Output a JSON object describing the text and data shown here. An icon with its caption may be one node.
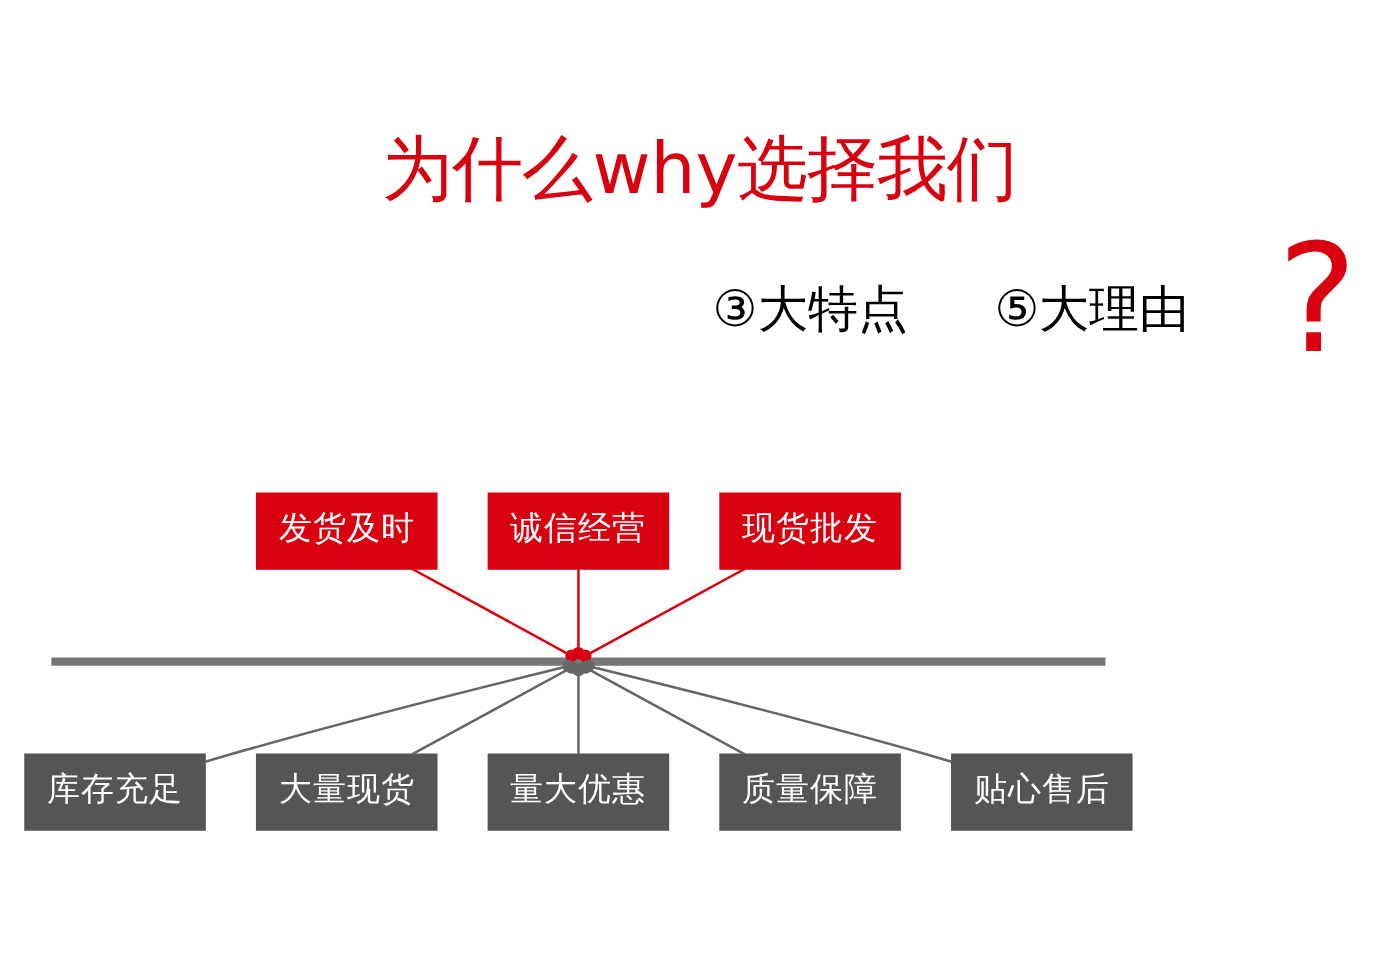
{
  "diagram": {
    "title": "为什么why选择我们",
    "nodes": [
      {
        "text": [
          "现货批发"
        ]
      },
      {
        "text": [
          "发货及时"
        ]
      },
      {
        "text": [
          "诚信经营"
        ]
      },
      {
        "text": [],
        "shape": "bar"
      },
      {
        "text": [
          "库存充足"
        ]
      },
      {
        "text": [
          "大量现货"
        ]
      },
      {
        "text": [
          "量大优惠"
        ]
      },
      {
        "text": [
          "质量保障"
        ]
      },
      {
        "text": [
          "贴心售后"
        ]
      }
    ],
    "edges": [
      {
        "from": 0,
        "to": 3,
        "arrow": "other",
        "color": "#d9000f"
      },
      {
        "from": 1,
        "to": 3,
        "arrow": "other",
        "color": "#d9000f"
      },
      {
        "from": 2,
        "to": 3,
        "arrow": "other",
        "color": "#d9000f"
      },
      {
        "from": 3,
        "to": 4,
        "arrow": "other"
      },
      {
        "from": 3,
        "to": 5,
        "arrow": "other"
      },
      {
        "from": 3,
        "to": 6,
        "arrow": "other"
      },
      {
        "from": 3,
        "to": 7,
        "arrow": "other"
      },
      {
        "from": 3,
        "to": 8,
        "arrow": "other"
      }
    ],
    "labels": [
      "③大特点",
      "⑤大理由",
      "?"
    ]
  }
}
